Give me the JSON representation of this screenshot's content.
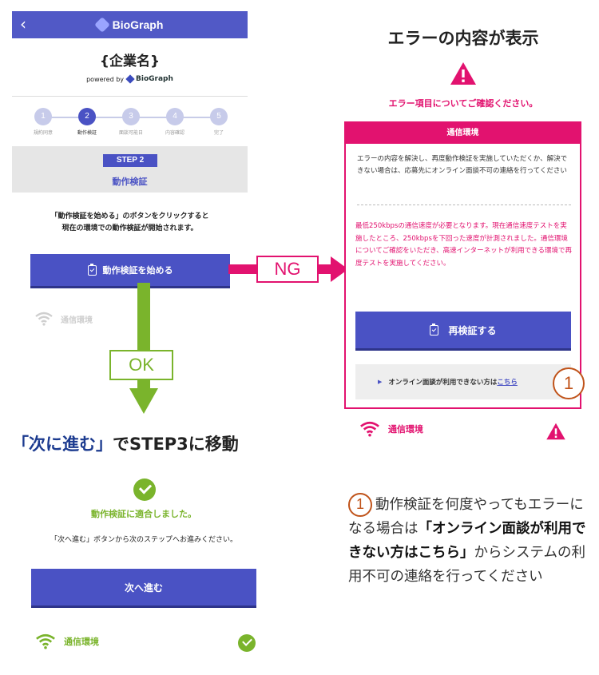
{
  "header": {
    "back": "‹",
    "logo_text": "BioGraph"
  },
  "company_name": "{企業名}",
  "powered": {
    "prefix": "powered by",
    "brand": "BioGraph"
  },
  "stepper": {
    "steps": [
      {
        "num": "1",
        "label": "規約同意"
      },
      {
        "num": "2",
        "label": "動作検証"
      },
      {
        "num": "3",
        "label": "面談可能日"
      },
      {
        "num": "4",
        "label": "内容確認"
      },
      {
        "num": "5",
        "label": "完了"
      }
    ],
    "active_index": 1
  },
  "step_badge": "STEP 2",
  "step_name": "動作検証",
  "instruction_line1": "「動作検証を始める」のボタンをクリックすると",
  "instruction_line2": "現在の環境での動作検証が開始されます。",
  "start_button": "動作検証を始める",
  "net_label": "通信環境",
  "ng_label": "NG",
  "ok_label": "OK",
  "move_title": {
    "quoted": "「次に進む」",
    "rest": "でSTEP3に移動"
  },
  "ok_message": "動作検証に適合しました。",
  "ok_sub": "「次へ進む」ボタンから次のステップへお進みください。",
  "next_button": "次へ進む",
  "error_title": "エラーの内容が表示",
  "error_sub": "エラー項目についてご確認ください。",
  "error_panel": {
    "head": "通信環境",
    "p1": "エラーの内容を解決し、再度動作検証を実施していただくか、解決できない場合は、応募先にオンライン面談不可の連絡を行ってください",
    "p2": "最低250kbpsの通信速度が必要となります。現在通信速度テストを実施したところ、250kbpsを下回った速度が計測されました。通信環境についてご確認をいただき、高速インターネットが利用できる環境で再度テストを実施してください。",
    "retry_button": "再検証する",
    "online_text": "オンライン面談が利用できない方は",
    "online_link": "こちら"
  },
  "circle_num": "1",
  "note": {
    "part1": "動作検証を何度やってもエラーになる場合は",
    "bold": "「オンライン面談が利用できない方はこちら」",
    "part2": "からシステムの利用不可の連絡を行ってください"
  },
  "colors": {
    "primary": "#4a52c4",
    "error": "#e2126f",
    "ok": "#7ab42c",
    "accent": "#c0531a"
  }
}
